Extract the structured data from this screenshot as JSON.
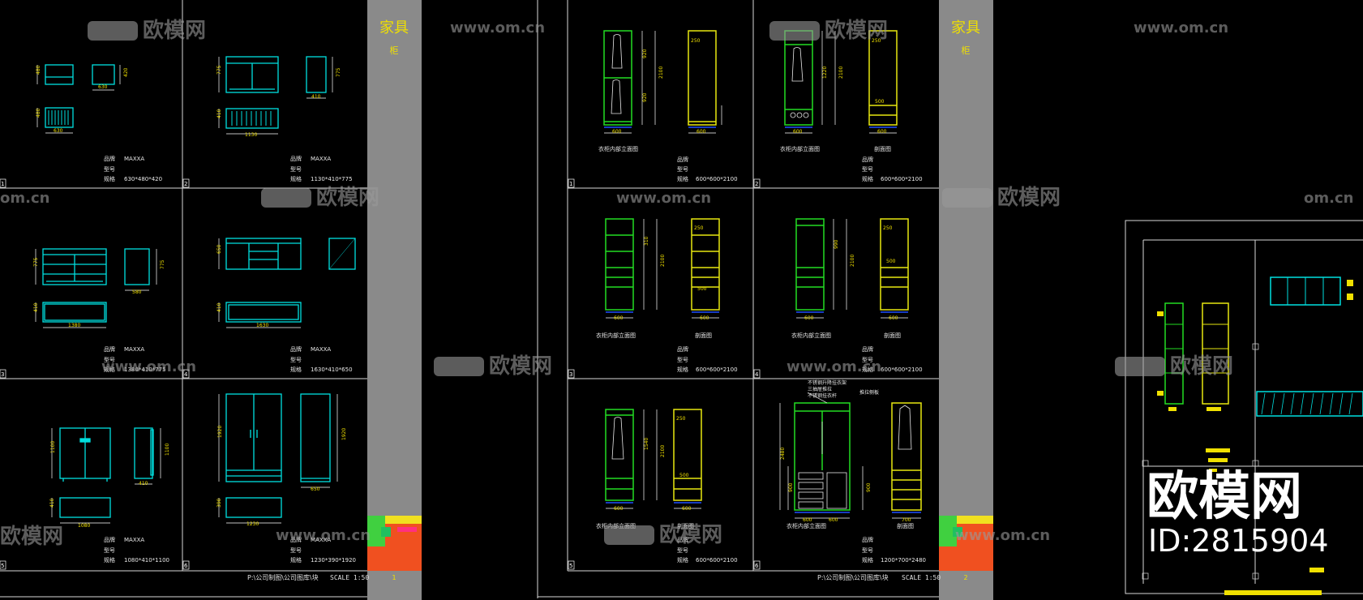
{
  "watermark": {
    "brand": "欧模网",
    "domain": "www.om.cn",
    "domain_short": "om.cn",
    "id_text": "ID:2815904"
  },
  "sheet1": {
    "category": "家具",
    "subcategory": "柜",
    "footer_path": "P:\\公司制图\\公司图库\\块",
    "footer_scale": "SCALE  1:50",
    "footer_page": "1",
    "cells": [
      {
        "num": "1",
        "brand_label": "品牌",
        "brand": "MAXXA",
        "model_label": "型号",
        "spec_label": "规格",
        "spec": "630*480*420",
        "dims": [
          "480",
          "630",
          "420",
          "480",
          "630"
        ]
      },
      {
        "num": "2",
        "brand_label": "品牌",
        "brand": "MAXXA",
        "model_label": "型号",
        "spec_label": "规格",
        "spec": "1130*410*775",
        "dims": [
          "775",
          "410",
          "775",
          "410",
          "1130"
        ]
      },
      {
        "num": "3",
        "brand_label": "品牌",
        "brand": "MAXXA",
        "model_label": "型号",
        "spec_label": "规格",
        "spec": "1380*410*775",
        "dims": [
          "775",
          "580",
          "775",
          "410",
          "1380"
        ]
      },
      {
        "num": "4",
        "brand_label": "品牌",
        "brand": "MAXXA",
        "model_label": "型号",
        "spec_label": "规格",
        "spec": "1630*410*650",
        "dims": [
          "650",
          "410",
          "1630"
        ]
      },
      {
        "num": "5",
        "brand_label": "品牌",
        "brand": "MAXXA",
        "model_label": "型号",
        "spec_label": "规格",
        "spec": "1080*410*1100",
        "dims": [
          "1100",
          "410",
          "1100",
          "410",
          "1080"
        ]
      },
      {
        "num": "6",
        "brand_label": "品牌",
        "brand": "MAXXA",
        "model_label": "型号",
        "spec_label": "规格",
        "spec": "1230*390*1920",
        "dims": [
          "1920",
          "650",
          "1920",
          "390",
          "1230"
        ]
      }
    ]
  },
  "sheet2": {
    "category": "家具",
    "subcategory": "柜",
    "footer_path": "P:\\公司制图\\公司图库\\块",
    "footer_scale": "SCALE  1:50",
    "footer_page": "2",
    "cells": [
      {
        "num": "1",
        "elev_label": "衣柜内部立面图",
        "section_label": "",
        "brand_label": "品牌",
        "model_label": "型号",
        "spec_label": "规格",
        "spec": "600*600*2100",
        "dims": [
          "600",
          "600",
          "250",
          "2100",
          "920",
          "920"
        ]
      },
      {
        "num": "2",
        "elev_label": "衣柜内部立面图",
        "section_label": "剖面图",
        "brand_label": "品牌",
        "model_label": "型号",
        "spec_label": "规格",
        "spec": "600*600*2100",
        "dims": [
          "600",
          "600",
          "250",
          "500",
          "2100",
          "1220"
        ]
      },
      {
        "num": "3",
        "elev_label": "衣柜内部立面图",
        "section_label": "剖面图",
        "brand_label": "品牌",
        "model_label": "型号",
        "spec_label": "规格",
        "spec": "600*600*2100",
        "dims": [
          "600",
          "600",
          "250",
          "500",
          "2100",
          "310"
        ]
      },
      {
        "num": "4",
        "elev_label": "衣柜内部立面图",
        "section_label": "剖面图",
        "brand_label": "品牌",
        "model_label": "型号",
        "spec_label": "规格",
        "spec": "600*600*2100",
        "dims": [
          "600",
          "600",
          "250",
          "500",
          "2100",
          "990"
        ]
      },
      {
        "num": "5",
        "elev_label": "衣柜内部立面图",
        "section_label": "剖面图",
        "brand_label": "品牌",
        "model_label": "型号",
        "spec_label": "规格",
        "spec": "600*600*2100",
        "dims": [
          "600",
          "600",
          "250",
          "500",
          "2100",
          "1540"
        ]
      },
      {
        "num": "6",
        "elev_label": "衣柜内部立面图",
        "section_label": "剖面图",
        "brand_label": "品牌",
        "model_label": "型号",
        "spec_label": "规格",
        "spec": "1200*700*2480",
        "dims": [
          "600",
          "600",
          "700",
          "2480",
          "900",
          "900"
        ],
        "notes": [
          "不锈钢升降挂衣架",
          "三抽屉推拉",
          "不锈钢挂衣杆",
          "推拉侧板"
        ]
      }
    ]
  },
  "colors": {
    "cyan": "#00e0e0",
    "green": "#22dd22",
    "yellow": "#e8e810",
    "white": "#e8e8e8",
    "grey": "#8a8a8a",
    "gold": "#f0e000"
  }
}
